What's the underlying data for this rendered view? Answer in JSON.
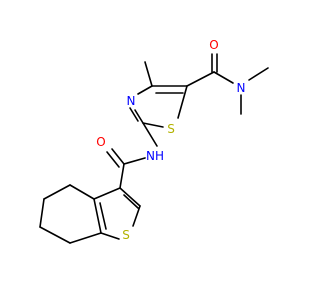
{
  "structure": {
    "bond_color": "#000000",
    "atoms": {
      "O_amide_top": {
        "label": "O",
        "color": "#ff0000"
      },
      "N_dimethyl": {
        "label": "N",
        "color": "#0000ff"
      },
      "N_thiazole": {
        "label": "N",
        "color": "#0000ff"
      },
      "S_thiazole": {
        "label": "S",
        "color": "#b2b200"
      },
      "NH_linker": {
        "label": "NH",
        "color": "#0000ff"
      },
      "O_amide_left": {
        "label": "O",
        "color": "#ff0000"
      },
      "S_thiophene": {
        "label": "S",
        "color": "#b2b200"
      }
    }
  }
}
